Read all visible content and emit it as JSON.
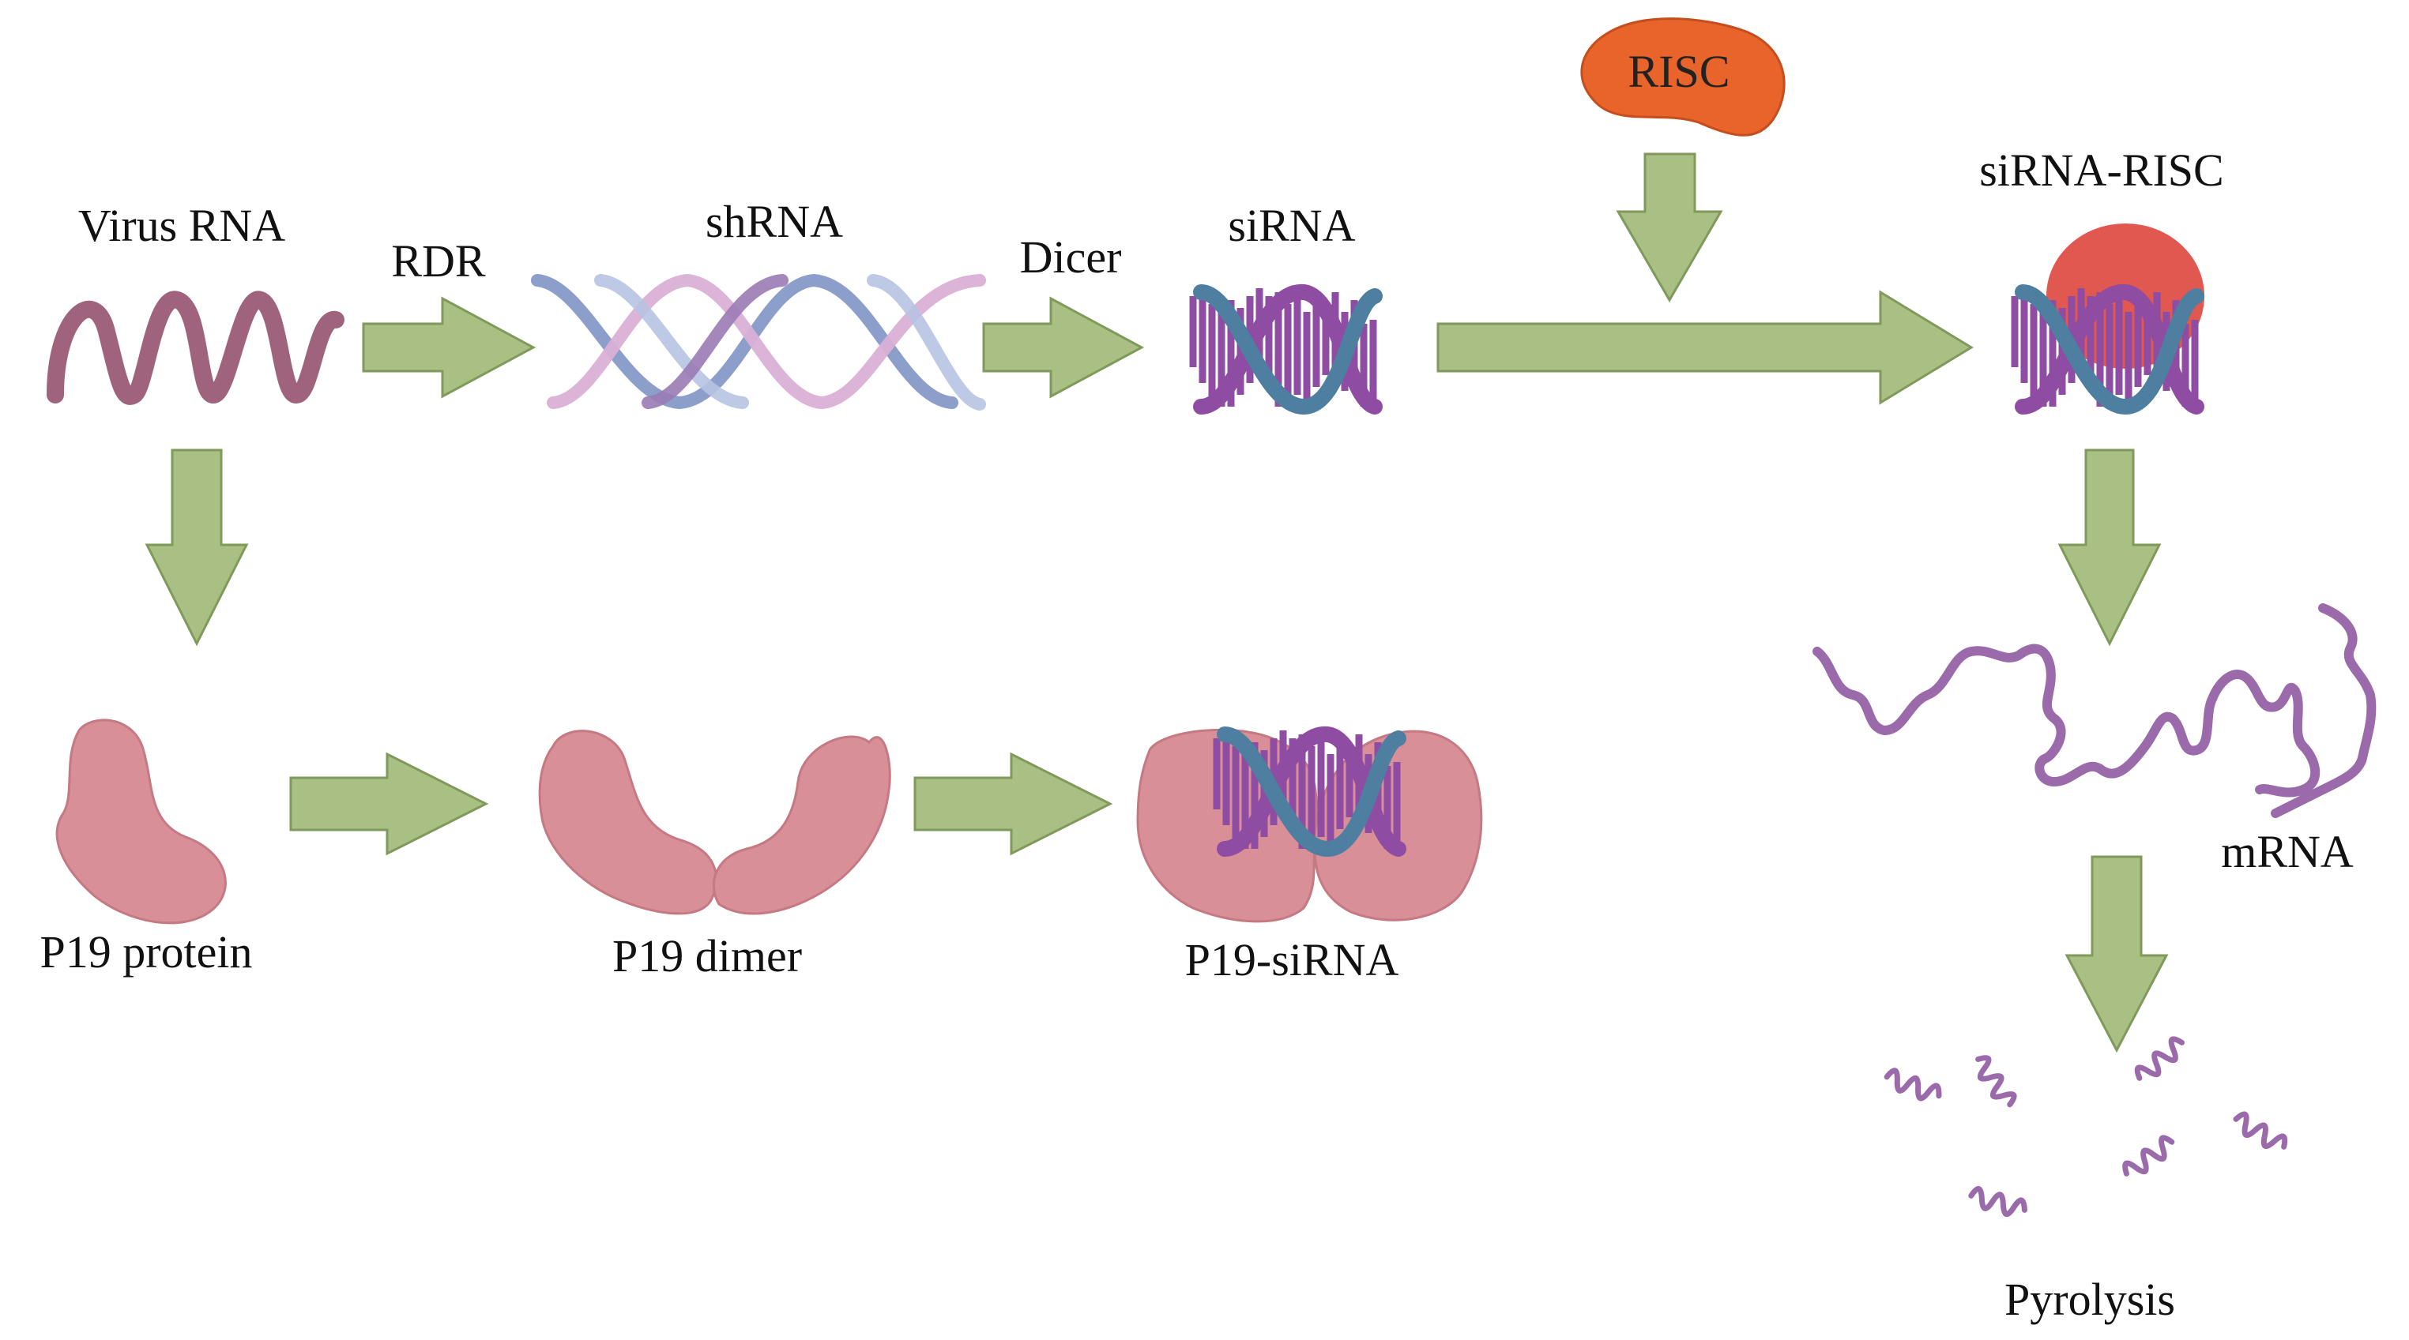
{
  "labels": {
    "virus_rna": "Virus RNA",
    "rdr": "RDR",
    "shrna": "shRNA",
    "dicer": "Dicer",
    "sirna": "siRNA",
    "risc": "RISC",
    "sirna_risc": "siRNA-RISC",
    "p19_protein": "P19 protein",
    "p19_dimer": "P19 dimer",
    "p19_sirna": "P19-siRNA",
    "mrna": "mRNA",
    "pyrolysis": "Pyrolysis"
  },
  "colors": {
    "arrow_fill": "#a9bf84",
    "arrow_stroke": "#7f9a5a",
    "virus_rna": "#a0637e",
    "helix_pink": "#d9b0d6",
    "helix_blue": "#7f93c4",
    "sirna_purple": "#8e4ca3",
    "sirna_teal": "#4f7fa0",
    "risc_orange": "#e8642a",
    "risc_red": "#e0584f",
    "p19_pink": "#d98f98",
    "mrna_purple": "#9b6aab"
  }
}
